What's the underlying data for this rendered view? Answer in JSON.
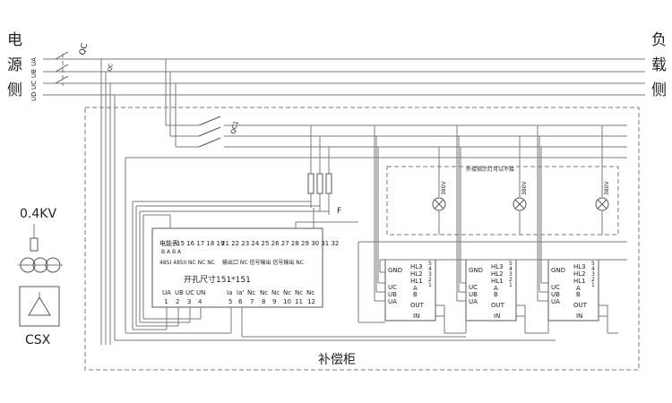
{
  "source_side": [
    "电",
    "源",
    "侧"
  ],
  "load_side": [
    "负",
    "载",
    "侧"
  ],
  "source_phases": [
    "UA",
    "UB",
    "UC",
    "UD"
  ],
  "breaker_qc": "QC",
  "breaker_qc_small": "QC",
  "breaker_qc1": "QC1",
  "fuse_label": "F",
  "transformer": {
    "voltage": "0.4KV",
    "name": "CSX"
  },
  "cabinet_label": "补偿柜",
  "indicator": {
    "title": "外接指示灯可以不接",
    "lamp_voltage": "380V"
  },
  "controller": {
    "top_numbers_left": "15 16 17 18 19",
    "top_numbers_right": "21 22 23 24 25 26 27 28 29 30 31 32",
    "meter_label": "电能表",
    "meter_ports": "B A B A",
    "comm_labels": "485I 485II NC NC NC",
    "right_labels": "输出口 NC 信号输出 信号输出 NC",
    "cutout_size": "开孔尺寸151*151",
    "bottom_labels": [
      "UA",
      "UB",
      "UC",
      "UN",
      "Ia",
      "Ia'",
      "Nc",
      "Nc",
      "Nc",
      "Nc",
      "Nc",
      "Nc"
    ],
    "bottom_numbers": [
      "1",
      "2",
      "3",
      "4",
      "5",
      "6",
      "7",
      "8",
      "9",
      "10",
      "11",
      "12"
    ]
  },
  "module": {
    "gnd": "GND",
    "hl": [
      "HL3",
      "HL2",
      "HL1"
    ],
    "inputs": [
      "UC",
      "UB",
      "UA"
    ],
    "ab": [
      "A",
      "B"
    ],
    "right_nums": [
      "5",
      "4",
      "3",
      "2",
      "1"
    ],
    "out": "OUT",
    "in": "IN"
  }
}
